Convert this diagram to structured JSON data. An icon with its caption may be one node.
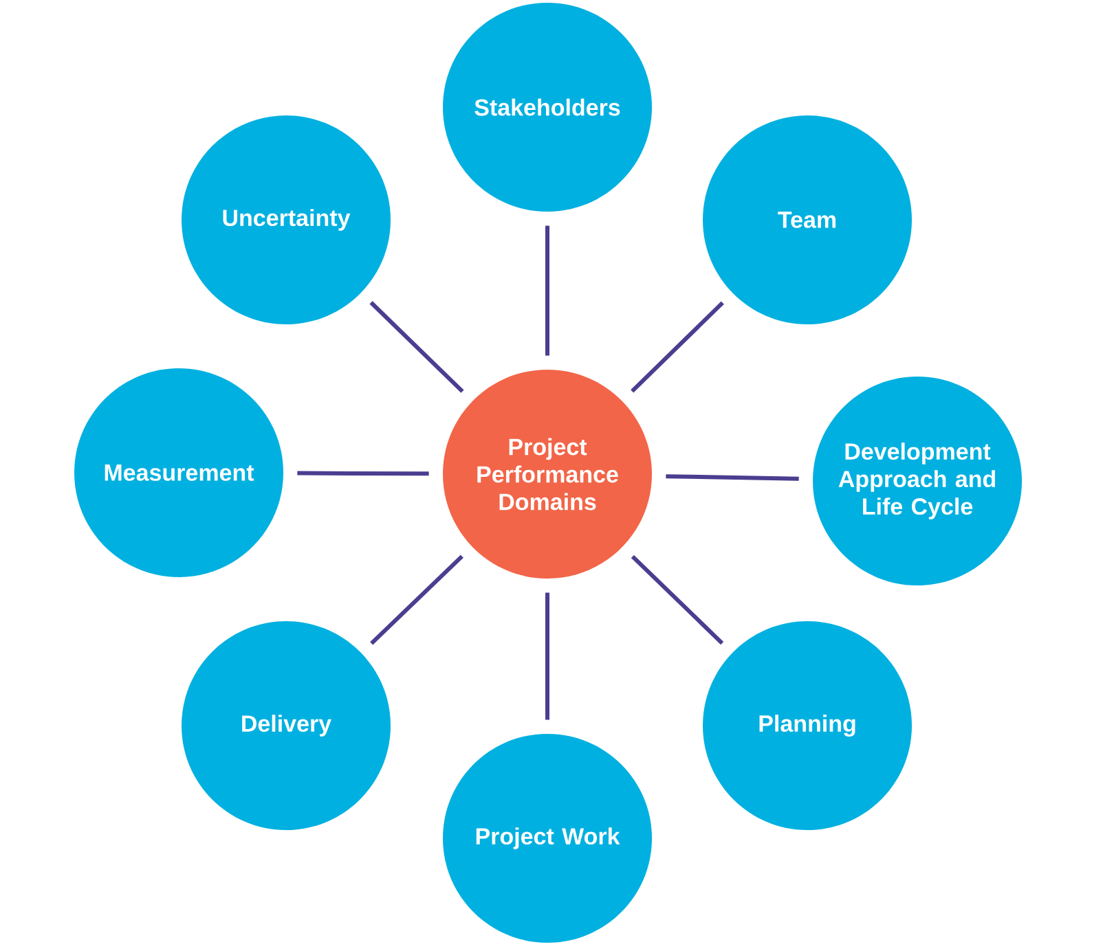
{
  "diagram": {
    "nodes": [
      {
        "text": [
          "Stakeholders"
        ]
      },
      {
        "text": [
          "Uncertainty"
        ]
      },
      {
        "text": [
          "Team"
        ]
      },
      {
        "text": [
          "Project Performance Domains"
        ]
      },
      {
        "text": [
          "Measurement"
        ]
      },
      {
        "text": [
          "Development Approach and Life Cycle"
        ]
      },
      {
        "text": [
          "Delivery"
        ]
      },
      {
        "text": [
          "Planning"
        ]
      },
      {
        "text": [
          "Project Work"
        ]
      }
    ],
    "edges": [
      {
        "from": 3,
        "to": 0,
        "arrow": "none"
      },
      {
        "from": 3,
        "to": 1,
        "arrow": "none"
      },
      {
        "from": 3,
        "to": 2,
        "arrow": "none"
      },
      {
        "from": 3,
        "to": 4,
        "arrow": "none"
      },
      {
        "from": 3,
        "to": 5,
        "arrow": "none"
      },
      {
        "from": 3,
        "to": 6,
        "arrow": "none"
      },
      {
        "from": 3,
        "to": 7,
        "arrow": "none"
      },
      {
        "from": 3,
        "to": 8,
        "arrow": "none"
      }
    ]
  }
}
